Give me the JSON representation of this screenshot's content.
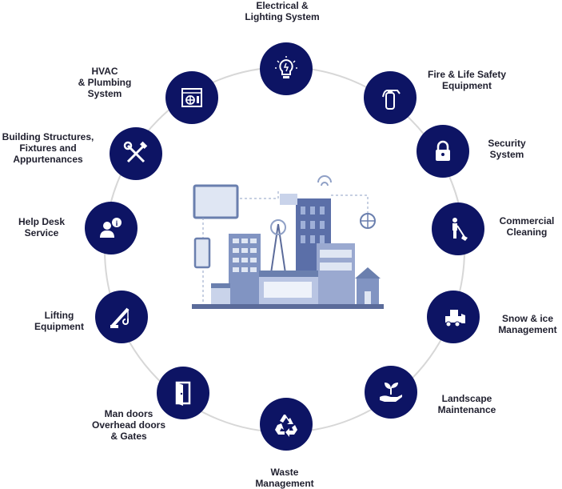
{
  "colors": {
    "node": "#0d1464",
    "ring": "#d7d7d7",
    "text": "#1f1f2e"
  },
  "services": [
    {
      "name": "electrical",
      "label": "Electrical &\nLighting System",
      "icon": "light-bulb-icon"
    },
    {
      "name": "fire-safety",
      "label": "Fire & Life Safety\nEquipment",
      "icon": "fire-extinguisher-icon"
    },
    {
      "name": "security",
      "label": "Security\nSystem",
      "icon": "padlock-icon"
    },
    {
      "name": "cleaning",
      "label": "Commercial\nCleaning",
      "icon": "cleaner-icon"
    },
    {
      "name": "snow",
      "label": "Snow & ice\nManagement",
      "icon": "snow-plow-icon"
    },
    {
      "name": "landscape",
      "label": "Landscape\nMaintenance",
      "icon": "plant-in-hand-icon"
    },
    {
      "name": "waste",
      "label": "Waste\nManagement",
      "icon": "recycle-icon"
    },
    {
      "name": "doors",
      "label": "Man doors\nOverhead doors\n& Gates",
      "icon": "door-icon"
    },
    {
      "name": "lifting",
      "label": "Lifting\nEquipment",
      "icon": "crane-hook-icon"
    },
    {
      "name": "help-desk",
      "label": "Help Desk\nService",
      "icon": "help-desk-icon"
    },
    {
      "name": "structures",
      "label": "Building Structures,\nFixtures and\nAppurtenances",
      "icon": "tools-icon"
    },
    {
      "name": "hvac",
      "label": "HVAC\n& Plumbing\nSystem",
      "icon": "hvac-unit-icon"
    }
  ],
  "center_illustration": "city-buildings-illustration"
}
